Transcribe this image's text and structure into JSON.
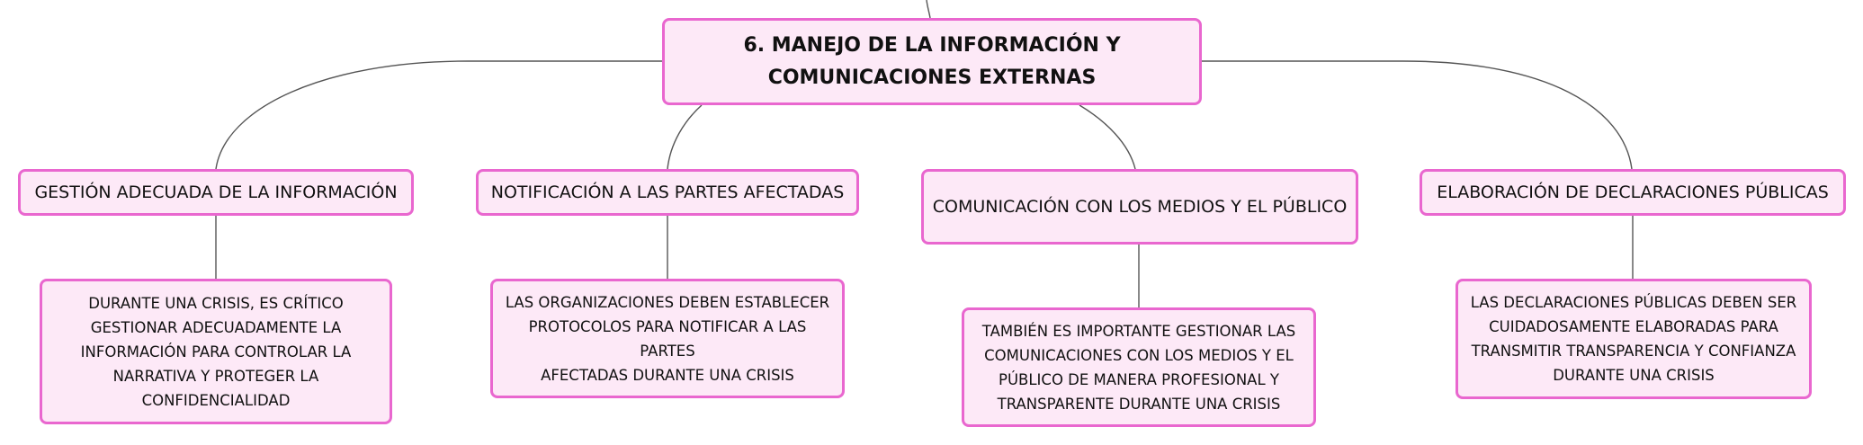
{
  "colors": {
    "node_fill": "#fde9f7",
    "node_border": "#e967cf",
    "connector": "#555555",
    "text": "#111111"
  },
  "root": {
    "title_line1": "6. MANEJO DE LA INFORMACIÓN Y",
    "title_line2": "COMUNICACIONES EXTERNAS"
  },
  "branches": [
    {
      "label": "GESTIÓN ADECUADA DE LA INFORMACIÓN",
      "detail_lines": [
        "DURANTE UNA CRISIS, ES CRÍTICO",
        "GESTIONAR ADECUADAMENTE LA",
        "INFORMACIÓN PARA CONTROLAR LA",
        "NARRATIVA Y PROTEGER LA",
        "CONFIDENCIALIDAD"
      ]
    },
    {
      "label": "NOTIFICACIÓN A LAS PARTES AFECTADAS",
      "detail_lines": [
        "LAS ORGANIZACIONES DEBEN ESTABLECER",
        "PROTOCOLOS PARA NOTIFICAR A LAS PARTES",
        "AFECTADAS DURANTE UNA CRISIS"
      ]
    },
    {
      "label": "COMUNICACIÓN CON LOS MEDIOS Y EL PÚBLICO",
      "detail_lines": [
        "TAMBIÉN ES IMPORTANTE GESTIONAR LAS",
        "COMUNICACIONES CON LOS MEDIOS Y EL",
        "PÚBLICO DE MANERA PROFESIONAL Y",
        "TRANSPARENTE DURANTE UNA CRISIS"
      ]
    },
    {
      "label": "ELABORACIÓN DE DECLARACIONES PÚBLICAS",
      "detail_lines": [
        "LAS DECLARACIONES PÚBLICAS DEBEN SER",
        "CUIDADOSAMENTE ELABORADAS PARA",
        "TRANSMITIR TRANSPARENCIA Y CONFIANZA",
        "DURANTE UNA CRISIS"
      ]
    }
  ]
}
